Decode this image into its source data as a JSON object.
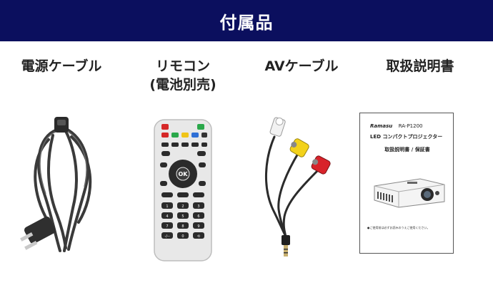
{
  "header": {
    "title": "付属品"
  },
  "items": [
    {
      "label_lines": [
        "電源ケーブル"
      ]
    },
    {
      "label_lines": [
        "リモコン",
        "(電池別売)"
      ]
    },
    {
      "label_lines": [
        "AVケーブル"
      ]
    },
    {
      "label_lines": [
        "取扱説明書"
      ]
    }
  ],
  "remote": {
    "buttons": {
      "ok": "OK",
      "number_keys": [
        "1",
        "2",
        "3",
        "4",
        "5",
        "6",
        "7",
        "8",
        "9",
        "-/--",
        "0",
        "⟲"
      ]
    }
  },
  "manual": {
    "brand": "Ramasu",
    "model": "RA-P1200",
    "product_line": "LED コンパクトプロジェクター",
    "doc_title": "取扱説明書 / 保証書",
    "footnote": "●ご使用前は必ずお読みのうえご使用ください。"
  },
  "colors": {
    "banner": "#0b0f5e",
    "av_white": "#f2f2f2",
    "av_yellow": "#f3d21a",
    "av_red": "#d8232a"
  }
}
